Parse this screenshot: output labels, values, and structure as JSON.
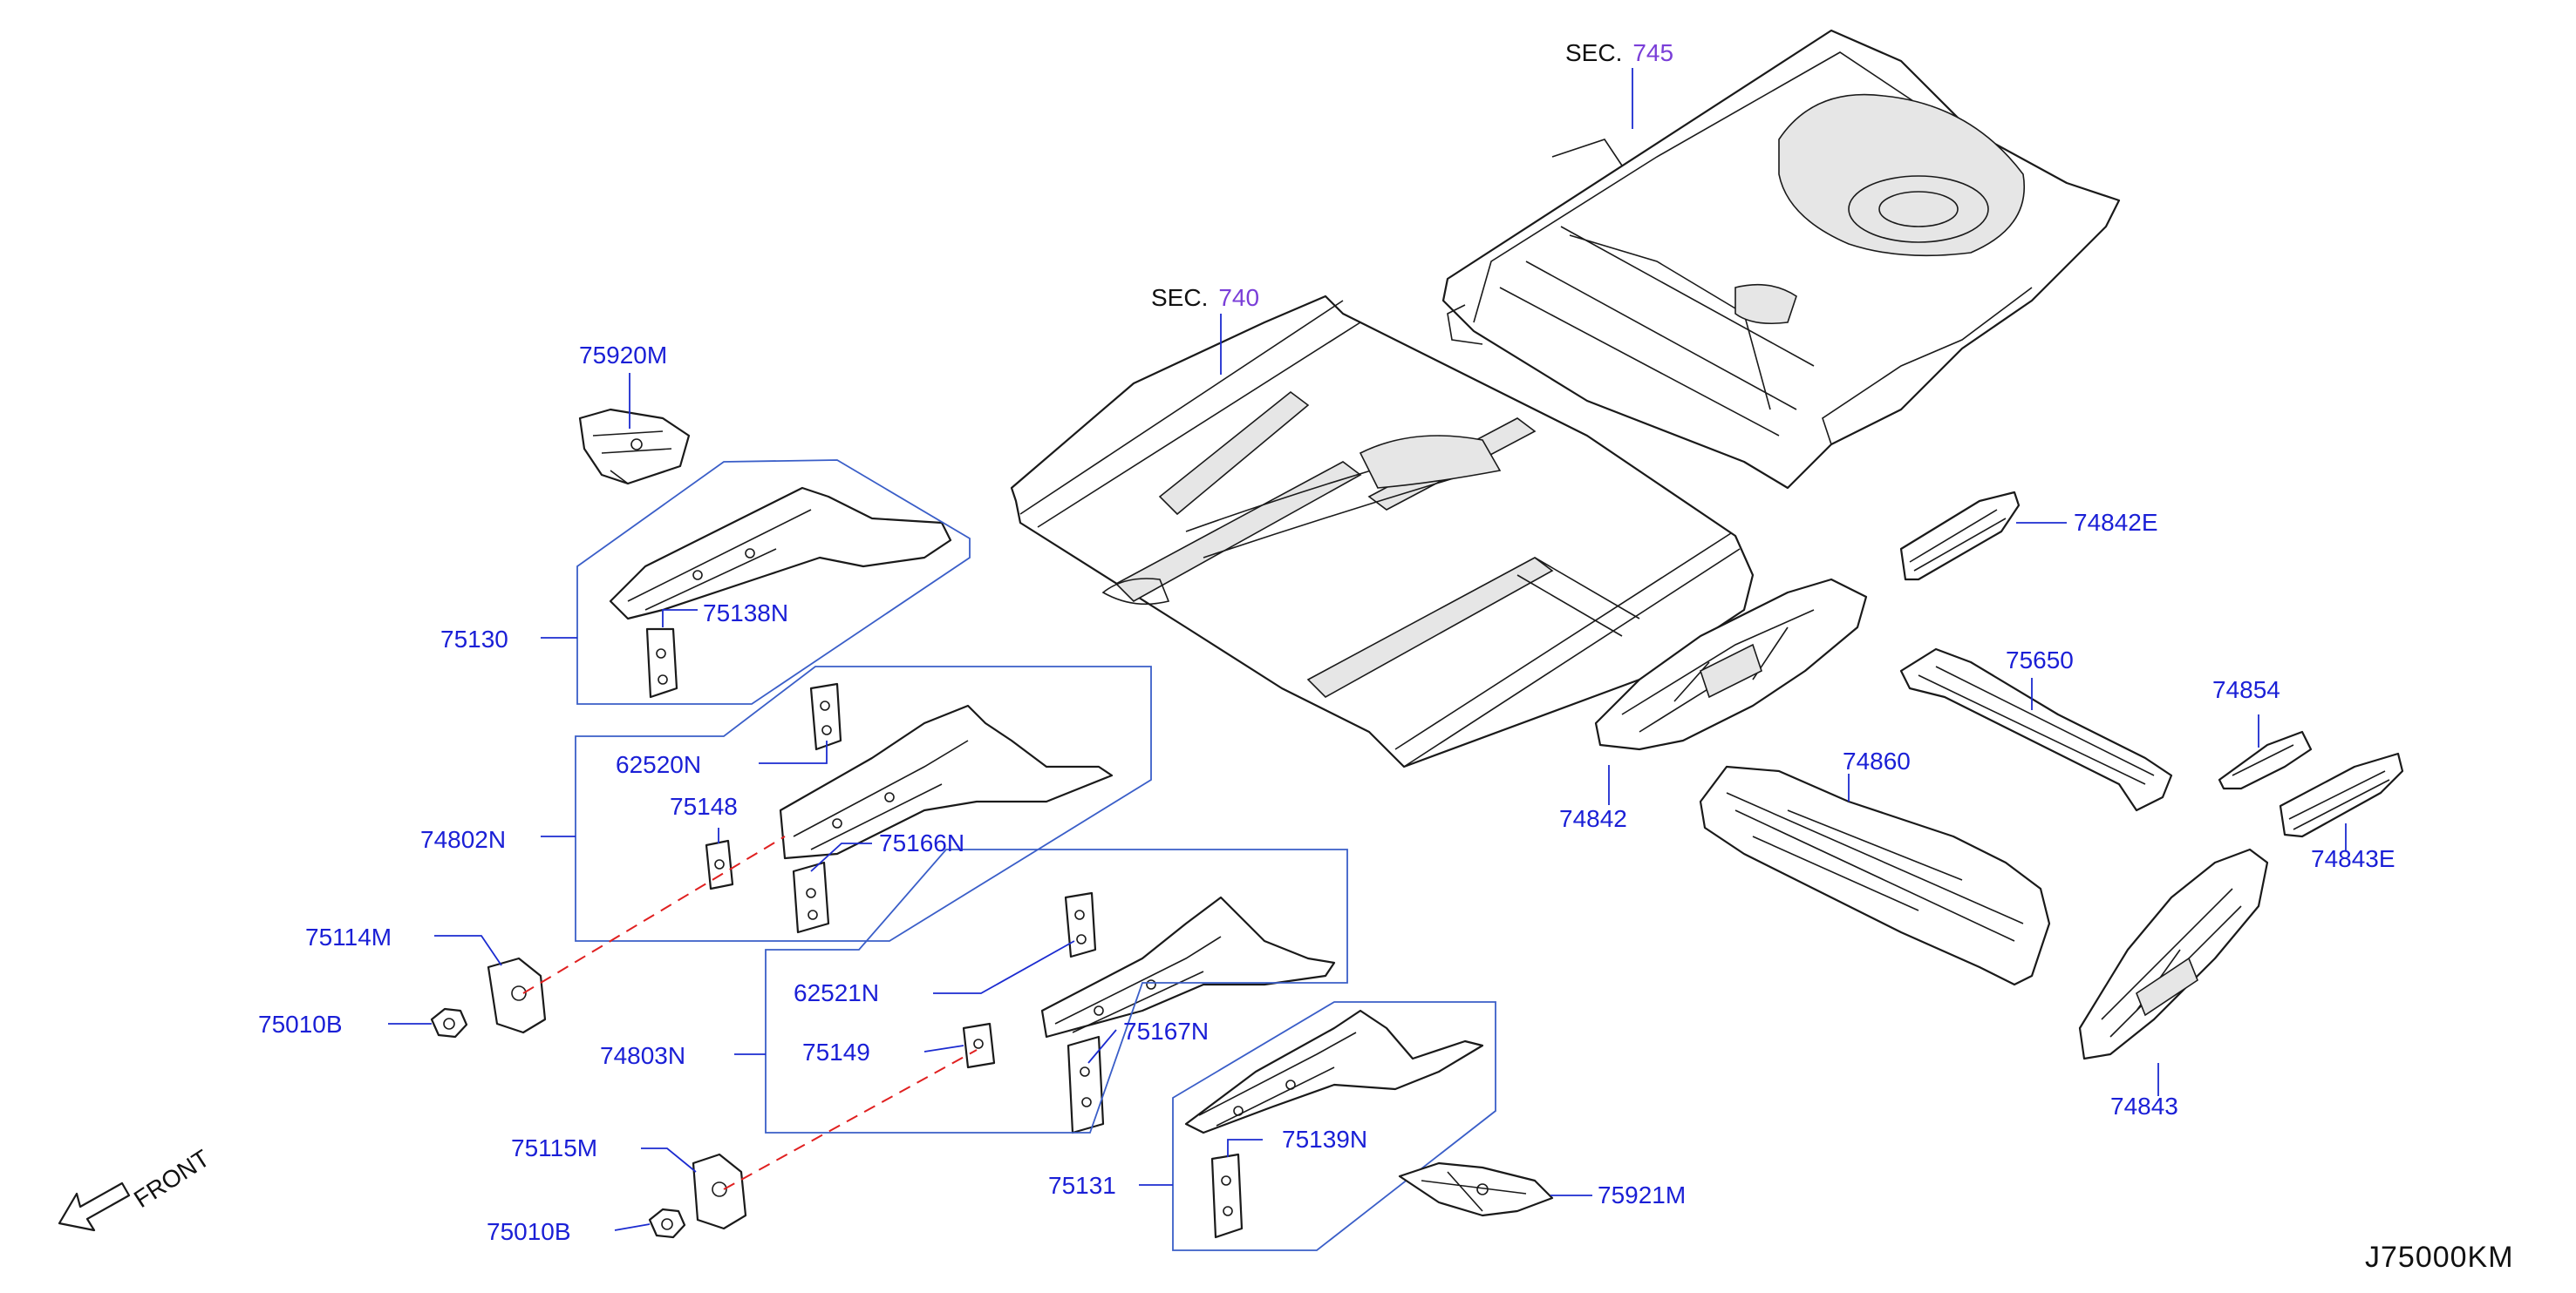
{
  "sections": [
    {
      "id": "sec745",
      "prefix": "SEC.",
      "number": "745"
    },
    {
      "id": "sec740",
      "prefix": "SEC.",
      "number": "740"
    }
  ],
  "labels": {
    "p75920M": "75920M",
    "p75130": "75130",
    "p75138N": "75138N",
    "p62520N": "62520N",
    "p75148": "75148",
    "p74802N": "74802N",
    "p75166N": "75166N",
    "p75114M": "75114M",
    "p75010B_a": "75010B",
    "p62521N": "62521N",
    "p74803N": "74803N",
    "p75149": "75149",
    "p75167N": "75167N",
    "p75115M": "75115M",
    "p75010B_b": "75010B",
    "p75131": "75131",
    "p75139N": "75139N",
    "p75921M": "75921M",
    "p74842E": "74842E",
    "p75650": "75650",
    "p74854": "74854",
    "p74860": "74860",
    "p74842": "74842",
    "p74843E": "74843E",
    "p74843": "74843"
  },
  "direction": {
    "text": "FRONT"
  },
  "diagram_code": "J75000KM",
  "colors": {
    "part_number": "#1a1fd6",
    "section_number": "#7a3ed8",
    "leader": "#1b2bd0",
    "group_box": "#3a5ec8",
    "assembly_line": "#e02020"
  }
}
